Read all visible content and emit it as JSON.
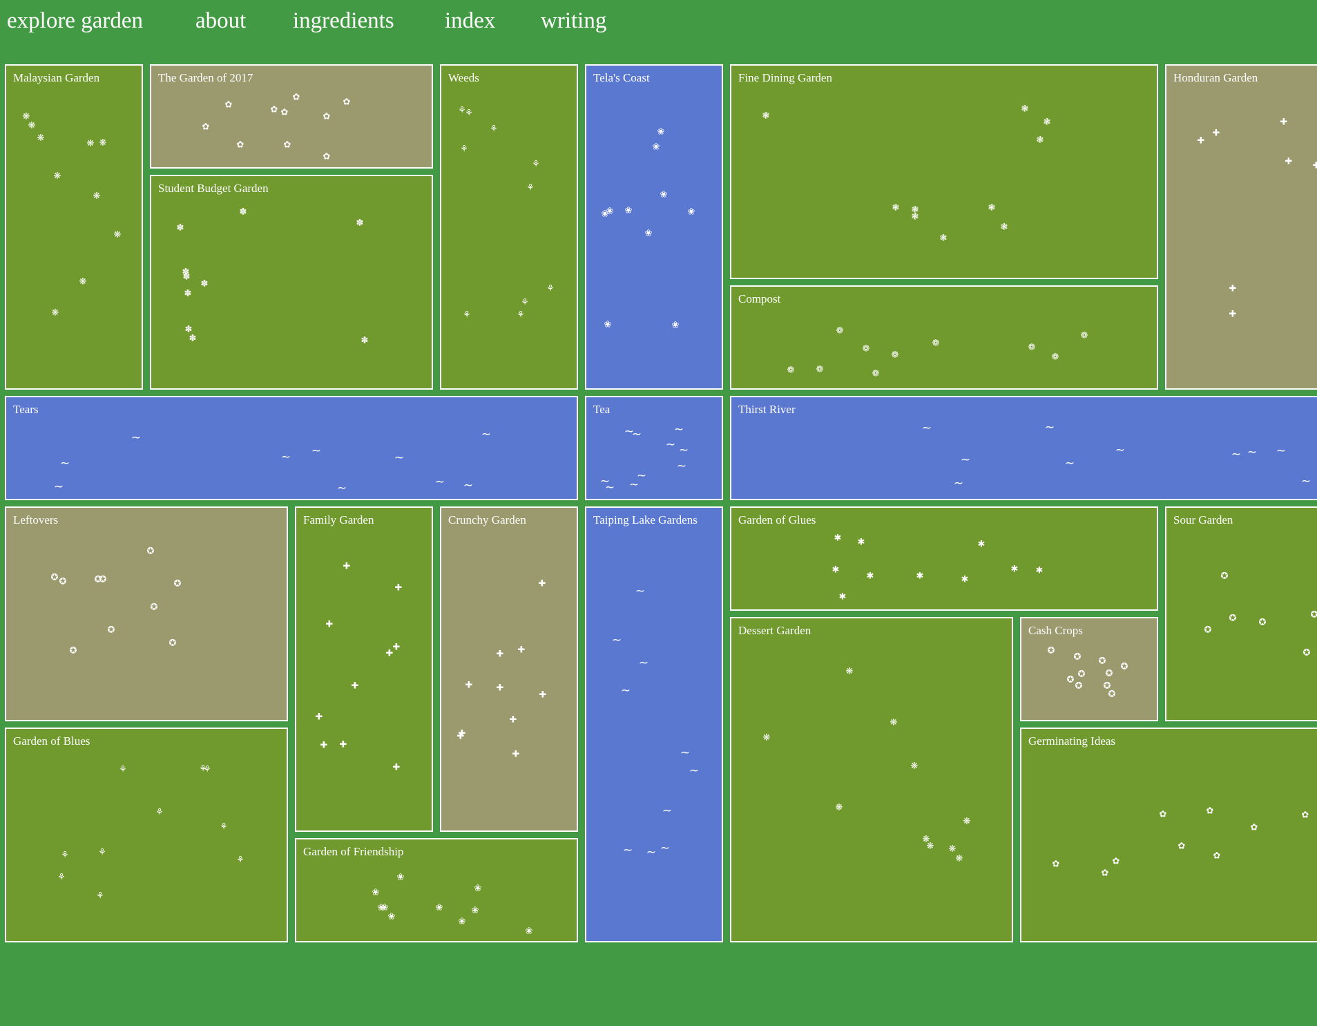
{
  "nav": {
    "items": [
      {
        "id": "explore-garden",
        "label": "explore garden"
      },
      {
        "id": "about",
        "label": "about"
      },
      {
        "id": "ingredients",
        "label": "ingredients"
      },
      {
        "id": "index",
        "label": "index"
      },
      {
        "id": "writing",
        "label": "writing"
      }
    ]
  },
  "colors": {
    "page_background": "#439a44",
    "garden_green": "#70992e",
    "garden_khaki": "#9a9a6e",
    "water_blue": "#5b78d1",
    "border": "#ffffff",
    "text": "#ffffff"
  },
  "icons": {
    "asterisk-flower-icon": "❋",
    "five-petal-flower-icon": "✿",
    "sprout-icon": "⚘",
    "round-flower-icon": "✽",
    "daisy-icon": "❀",
    "cross-flower-icon": "✚",
    "blossom-icon": "❁",
    "wave-icon": "~",
    "ring-flower-icon": "✪",
    "star-flower-icon": "✱",
    "six-petal-flower-icon": "❃"
  },
  "gardens": [
    {
      "id": "malaysian-garden",
      "name": "Malaysian Garden",
      "type": "garden",
      "color": "#70992e",
      "plant_icon": "asterisk-flower-icon"
    },
    {
      "id": "garden-of-2017",
      "name": "The Garden of 2017",
      "type": "garden",
      "color": "#9a9a6e",
      "plant_icon": "five-petal-flower-icon"
    },
    {
      "id": "weeds",
      "name": "Weeds",
      "type": "garden",
      "color": "#70992e",
      "plant_icon": "sprout-icon"
    },
    {
      "id": "telas-coast",
      "name": "Tela's Coast",
      "type": "water",
      "color": "#5b78d1",
      "plant_icon": "daisy-icon"
    },
    {
      "id": "fine-dining-garden",
      "name": "Fine Dining Garden",
      "type": "garden",
      "color": "#70992e",
      "plant_icon": "six-petal-flower-icon"
    },
    {
      "id": "honduran-garden",
      "name": "Honduran Garden",
      "type": "garden",
      "color": "#9a9a6e",
      "plant_icon": "cross-flower-icon"
    },
    {
      "id": "student-budget-garden",
      "name": "Student Budget Garden",
      "type": "garden",
      "color": "#70992e",
      "plant_icon": "round-flower-icon"
    },
    {
      "id": "compost",
      "name": "Compost",
      "type": "garden",
      "color": "#70992e",
      "plant_icon": "blossom-icon"
    },
    {
      "id": "tears",
      "name": "Tears",
      "type": "water",
      "color": "#5b78d1",
      "plant_icon": "wave-icon"
    },
    {
      "id": "tea",
      "name": "Tea",
      "type": "water",
      "color": "#5b78d1",
      "plant_icon": "wave-icon"
    },
    {
      "id": "thirst-river",
      "name": "Thirst River",
      "type": "water",
      "color": "#5b78d1",
      "plant_icon": "wave-icon"
    },
    {
      "id": "leftovers",
      "name": "Leftovers",
      "type": "garden",
      "color": "#9a9a6e",
      "plant_icon": "ring-flower-icon"
    },
    {
      "id": "family-garden",
      "name": "Family Garden",
      "type": "garden",
      "color": "#70992e",
      "plant_icon": "cross-flower-icon"
    },
    {
      "id": "crunchy-garden",
      "name": "Crunchy Garden",
      "type": "garden",
      "color": "#9a9a6e",
      "plant_icon": "cross-flower-icon"
    },
    {
      "id": "taiping-lake-gardens",
      "name": "Taiping Lake Gardens",
      "type": "water",
      "color": "#5b78d1",
      "plant_icon": "wave-icon"
    },
    {
      "id": "garden-of-glues",
      "name": "Garden of Glues",
      "type": "garden",
      "color": "#70992e",
      "plant_icon": "star-flower-icon"
    },
    {
      "id": "sour-garden",
      "name": "Sour Garden",
      "type": "garden",
      "color": "#70992e",
      "plant_icon": "ring-flower-icon"
    },
    {
      "id": "dessert-garden",
      "name": "Dessert Garden",
      "type": "garden",
      "color": "#70992e",
      "plant_icon": "asterisk-flower-icon"
    },
    {
      "id": "cash-crops",
      "name": "Cash Crops",
      "type": "garden",
      "color": "#9a9a6e",
      "plant_icon": "ring-flower-icon"
    },
    {
      "id": "garden-of-blues",
      "name": "Garden of Blues",
      "type": "garden",
      "color": "#70992e",
      "plant_icon": "sprout-icon"
    },
    {
      "id": "garden-of-friendship",
      "name": "Garden of Friendship",
      "type": "garden",
      "color": "#70992e",
      "plant_icon": "daisy-icon"
    },
    {
      "id": "germinating-ideas",
      "name": "Germinating Ideas",
      "type": "garden",
      "color": "#70992e",
      "plant_icon": "five-petal-flower-icon"
    }
  ]
}
